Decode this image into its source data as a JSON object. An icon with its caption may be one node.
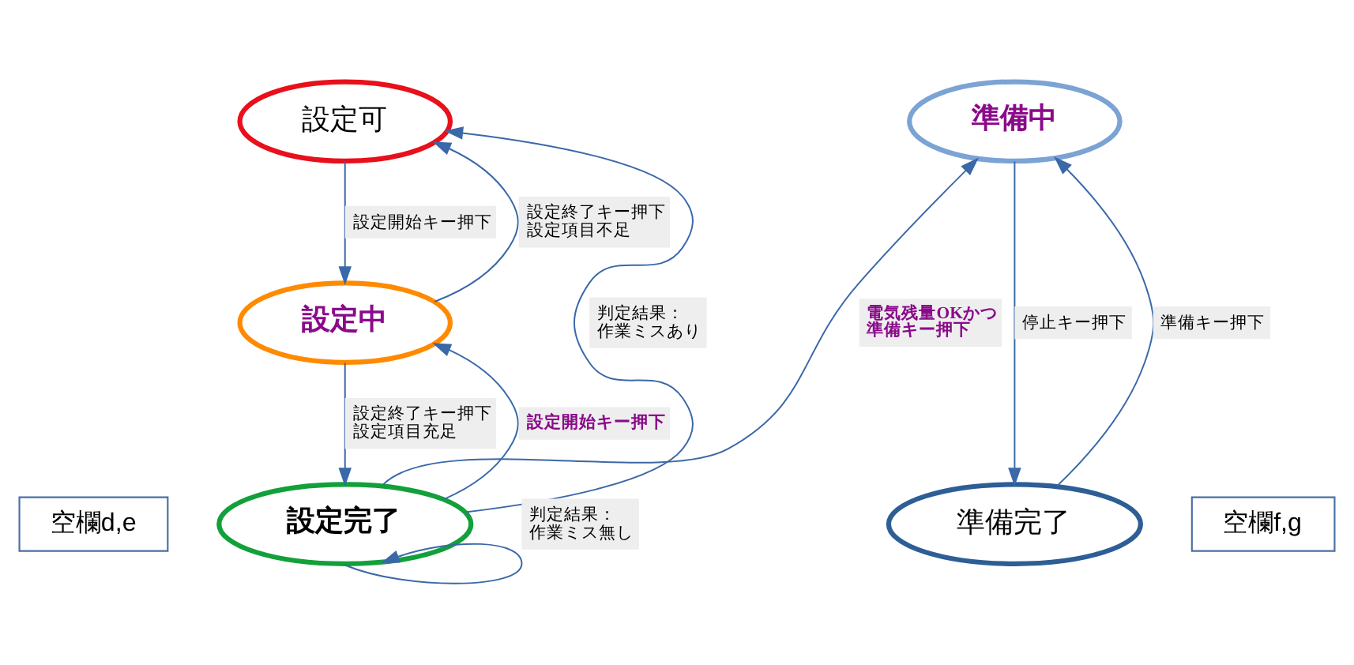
{
  "diagram": {
    "nodes": [
      {
        "text": [
          "設定可"
        ]
      },
      {
        "text": [
          "設定中"
        ]
      },
      {
        "text": [
          "設定完了"
        ]
      },
      {
        "text": [
          "準備中"
        ]
      },
      {
        "text": [
          "準備完了"
        ]
      },
      {
        "text": [
          "空欄d,e"
        ]
      },
      {
        "text": [
          "空欄f,g"
        ]
      }
    ],
    "edges": [
      {
        "from": 0,
        "to": 1,
        "arrow": "to",
        "label": "設定開始キー押下"
      },
      {
        "from": 1,
        "to": 0,
        "arrow": "to",
        "label": "設定終了キー押下設定項目不足"
      },
      {
        "from": 1,
        "to": 2,
        "arrow": "to",
        "label": "設定終了キー押下設定項目充足"
      },
      {
        "from": 2,
        "to": 1,
        "arrow": "to",
        "label": "設定開始キー押下"
      },
      {
        "from": 2,
        "to": 0,
        "arrow": "to",
        "label": "判定結果：作業ミスあり"
      },
      {
        "from": 2,
        "to": 2,
        "arrow": "to",
        "label": "判定結果：作業ミス無し"
      },
      {
        "from": 2,
        "to": 3,
        "arrow": "to",
        "label": "電気残量OKかつ準備キー押下"
      },
      {
        "from": 3,
        "to": 4,
        "arrow": "to",
        "label": "停止キー押下"
      },
      {
        "from": 4,
        "to": 3,
        "arrow": "to",
        "label": "準備キー押下"
      }
    ]
  }
}
